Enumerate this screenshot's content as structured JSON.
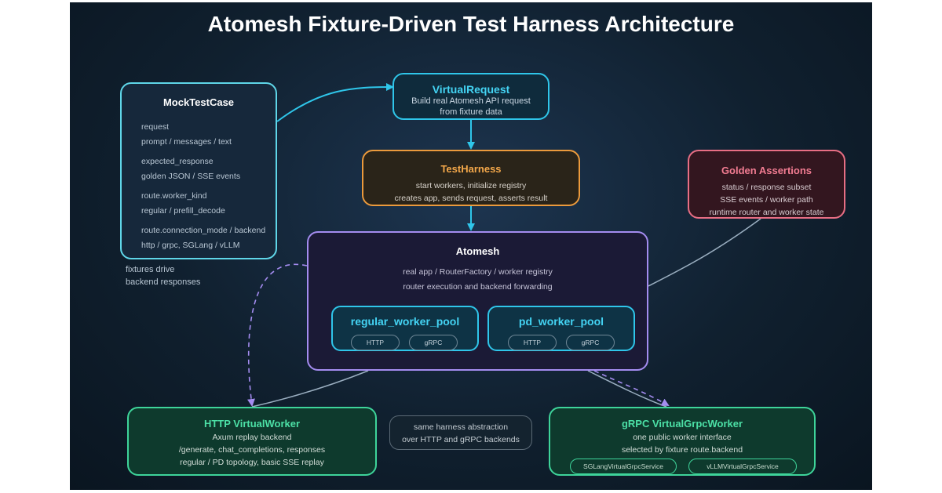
{
  "title": "Atomesh Fixture-Driven Test Harness Architecture",
  "mock_test_case": {
    "title": "MockTestCase",
    "fields": [
      {
        "name": "request",
        "value": "prompt / messages / text"
      },
      {
        "name": "expected_response",
        "value": "golden JSON / SSE events"
      },
      {
        "name": "route.worker_kind",
        "value": "regular / prefill_decode"
      },
      {
        "name": "route.connection_mode / backend",
        "value": "http / grpc, SGLang / vLLM"
      }
    ],
    "note": [
      "fixtures drive",
      "backend responses"
    ]
  },
  "virtual_request": {
    "title": "VirtualRequest",
    "lines": [
      "Build real Atomesh API request",
      "from fixture data"
    ]
  },
  "test_harness": {
    "title": "TestHarness",
    "lines": [
      "start workers, initialize registry",
      "creates app, sends request, asserts result"
    ]
  },
  "golden_assertions": {
    "title": "Golden Assertions",
    "lines": [
      "status / response subset",
      "SSE events / worker path",
      "runtime router and worker state"
    ]
  },
  "atomesh": {
    "title": "Atomesh",
    "lines": [
      "real app / RouterFactory / worker registry",
      "router execution and backend forwarding"
    ],
    "pools": [
      {
        "name": "regular_worker_pool",
        "transports": [
          "HTTP",
          "gRPC"
        ]
      },
      {
        "name": "pd_worker_pool",
        "transports": [
          "HTTP",
          "gRPC"
        ]
      }
    ]
  },
  "http_virtual_worker": {
    "title": "HTTP VirtualWorker",
    "lines": [
      "Axum replay backend",
      "/generate, chat_completions, responses",
      "regular / PD topology, basic SSE replay"
    ]
  },
  "grpc_virtual_worker": {
    "title": "gRPC VirtualGrpcWorker",
    "lines": [
      "one public worker interface",
      "selected by fixture route.backend"
    ],
    "services": [
      "SGLangVirtualGrpcService",
      "vLLMVirtualGrpcService"
    ]
  },
  "harness_note": {
    "lines": [
      "same harness abstraction",
      "over HTTP and gRPC backends"
    ]
  },
  "colors": {
    "cyan": "#2fc6ea",
    "orange": "#eb9a3c",
    "pink": "#e86e84",
    "purple": "#a48cf0",
    "green": "#3ed49a",
    "gray_link": "#9aaec0"
  }
}
